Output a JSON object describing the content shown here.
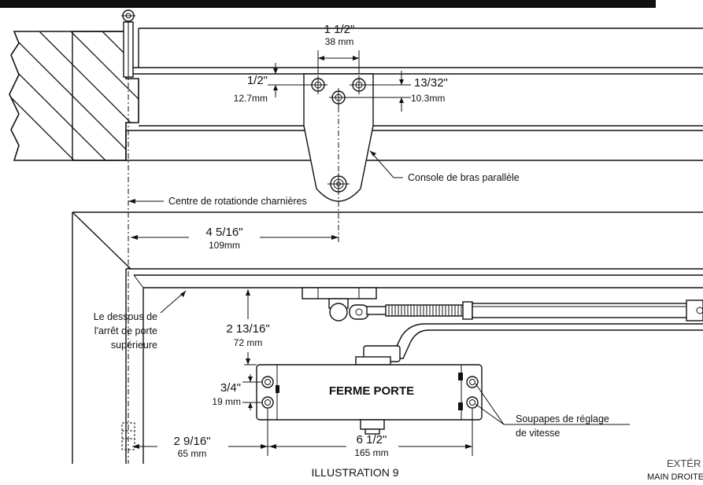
{
  "dimensions": {
    "top_spacing": {
      "imperial": "1 1/2\"",
      "metric": "38 mm"
    },
    "left_offset": {
      "imperial": "1/2\"",
      "metric": "12.7mm"
    },
    "right_offset": {
      "imperial": "13/32\"",
      "metric": "10.3mm"
    },
    "pivot_to_bracket": {
      "imperial": "4 5/16\"",
      "metric": "109mm"
    },
    "stop_to_closer": {
      "imperial": "2 13/16\"",
      "metric": "72 mm"
    },
    "closer_holes": {
      "imperial": "3/4\"",
      "metric": "19 mm"
    },
    "hinge_to_closer": {
      "imperial": "2 9/16\"",
      "metric": "65 mm"
    },
    "closer_width": {
      "imperial": "6 1/2\"",
      "metric": "165 mm"
    }
  },
  "labels": {
    "parallel_arm_bracket": "Console de bras parallèle",
    "hinge_center": "Centre de rotationde charnières",
    "door_stop_line1": "Le dessous de",
    "door_stop_line2": "l'arrêt de porte",
    "door_stop_line3": "supérieure",
    "closer_name": "FERME PORTE",
    "speed_valves_line1": "Soupapes de réglage",
    "speed_valves_line2": "de vitesse",
    "figure_title": "ILLUSTRATION 9",
    "exterior": "EXTÉR",
    "hand": "MAIN DROITE"
  }
}
